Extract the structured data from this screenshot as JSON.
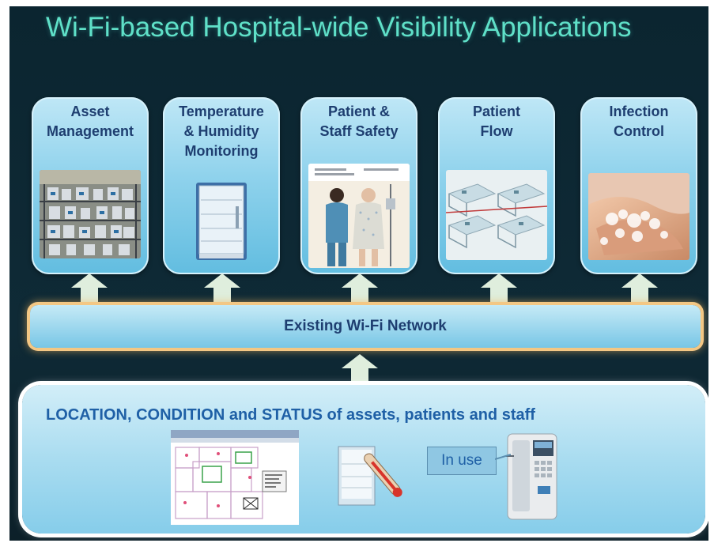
{
  "title": "Wi-Fi-based Hospital-wide Visibility Applications",
  "applications": [
    {
      "label": "Asset\nManagement",
      "image": "equipment-shelves-photo"
    },
    {
      "label": "Temperature\n& Humidity\nMonitoring",
      "image": "refrigerator-photo"
    },
    {
      "label": "Patient &\nStaff Safety",
      "image": "patient-and-staff-photo"
    },
    {
      "label": "Patient\nFlow",
      "image": "floor-plan-3d-image"
    },
    {
      "label": "Infection\nControl",
      "image": "hand-washing-photo"
    }
  ],
  "network": {
    "label": "Existing Wi-Fi Network"
  },
  "foundation": {
    "label": "LOCATION,  CONDITION  and  STATUS of assets, patients and staff",
    "status_callout": "In use",
    "images": [
      "floor-map-screenshot",
      "fridge-thermometer-image",
      "infusion-pump-image"
    ]
  },
  "colors": {
    "background": "#0f2a36",
    "title": "#5fe0c8",
    "card_text": "#1e3e70",
    "bottom_text": "#1f60a6",
    "network_glow": "#f3c784",
    "arrow": "#dfeedd"
  }
}
